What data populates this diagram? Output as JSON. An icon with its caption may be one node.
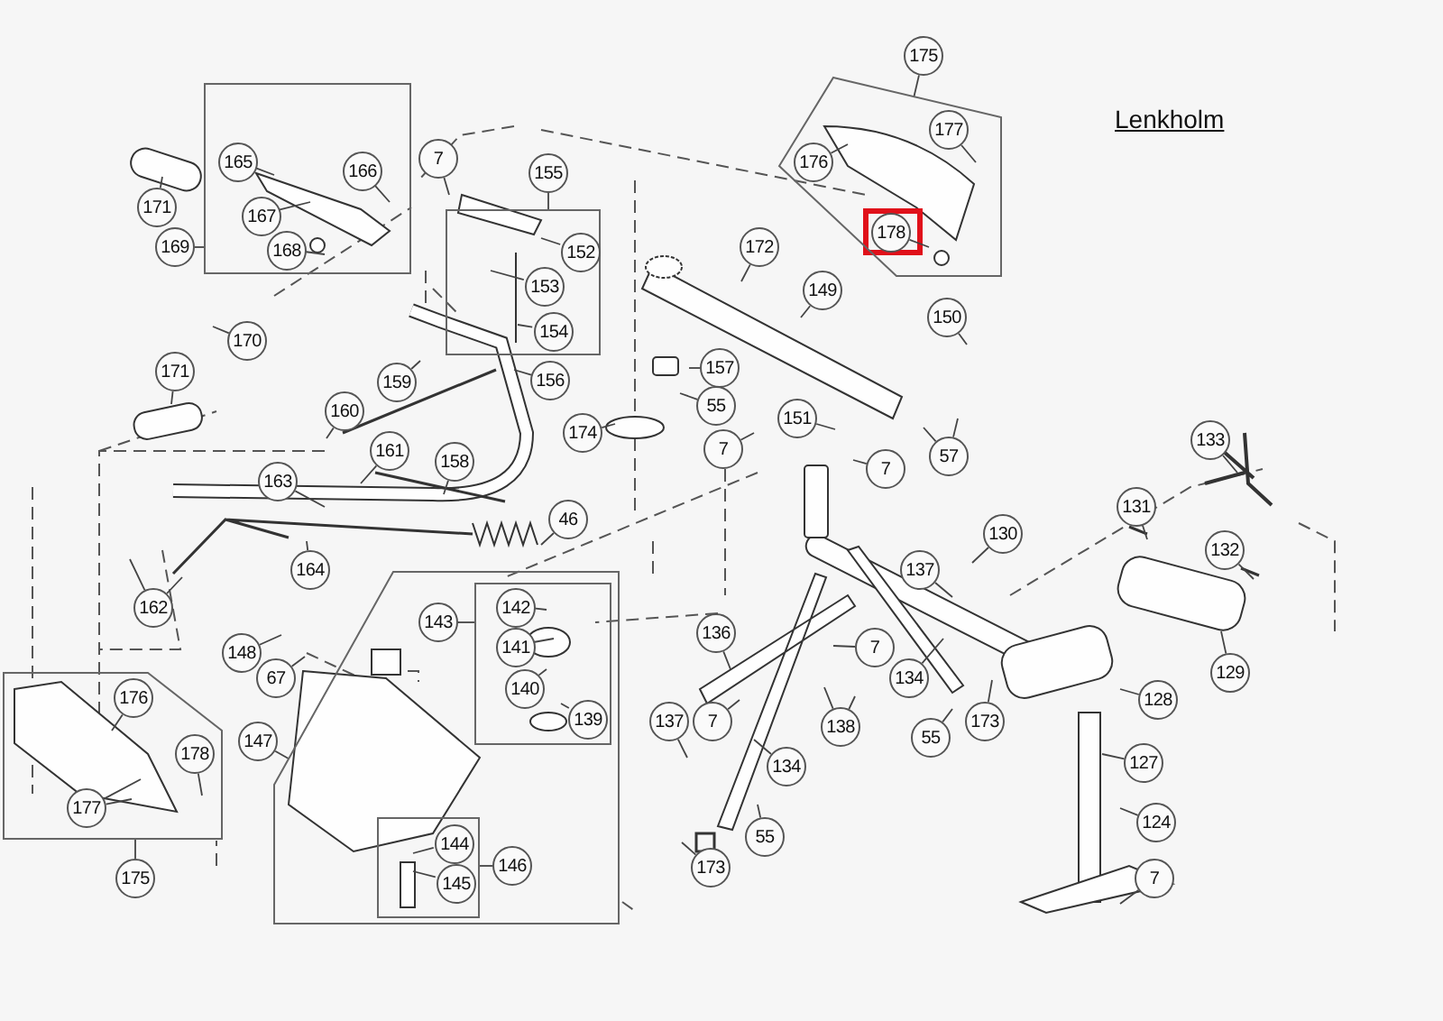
{
  "diagram": {
    "title": "Lenkholm",
    "nodes": [
      {
        "text": [],
        "shape": "box"
      },
      {
        "text": [
          "171"
        ]
      },
      {
        "text": [
          "165"
        ],
        "in": 0
      },
      {
        "text": [
          "166"
        ],
        "in": 0
      },
      {
        "text": [
          "167"
        ],
        "in": 0
      },
      {
        "text": [
          "169"
        ]
      },
      {
        "text": [
          "168"
        ],
        "in": 0
      },
      {
        "text": [
          "7"
        ]
      },
      {
        "text": [],
        "shape": "box"
      },
      {
        "text": [
          "155"
        ]
      },
      {
        "text": [
          "152"
        ],
        "in": 8
      },
      {
        "text": [
          "153"
        ],
        "in": 8
      },
      {
        "text": [
          "154"
        ],
        "in": 8
      },
      {
        "text": [
          "170"
        ]
      },
      {
        "text": [
          "156"
        ]
      },
      {
        "text": [
          "159"
        ]
      },
      {
        "text": [
          "171"
        ]
      },
      {
        "text": [
          "160"
        ]
      },
      {
        "text": [
          "161"
        ]
      },
      {
        "text": [
          "158"
        ]
      },
      {
        "text": [
          "163"
        ]
      },
      {
        "text": [
          "174"
        ]
      },
      {
        "text": [
          "46"
        ]
      },
      {
        "text": [
          "164"
        ]
      },
      {
        "text": [
          "162"
        ]
      },
      {
        "text": [],
        "shape": "box"
      },
      {
        "text": [
          "175"
        ]
      },
      {
        "text": [
          "177"
        ],
        "in": 25
      },
      {
        "text": [
          "176"
        ],
        "in": 25
      },
      {
        "text": [
          "178"
        ],
        "in": 25
      },
      {
        "text": [
          "172"
        ]
      },
      {
        "text": [
          "149"
        ]
      },
      {
        "text": [
          "150"
        ]
      },
      {
        "text": [
          "157"
        ]
      },
      {
        "text": [
          "55"
        ]
      },
      {
        "text": [
          "151"
        ]
      },
      {
        "text": [
          "57"
        ]
      },
      {
        "text": [
          "7"
        ]
      },
      {
        "text": [
          "7"
        ]
      },
      {
        "text": [
          "133"
        ]
      },
      {
        "text": [],
        "shape": "box"
      },
      {
        "text": [],
        "shape": "box",
        "in": 40
      },
      {
        "text": [
          "142"
        ],
        "in": 41
      },
      {
        "text": [
          "143"
        ],
        "in": 40
      },
      {
        "text": [
          "141"
        ],
        "in": 41
      },
      {
        "text": [
          "148"
        ]
      },
      {
        "text": [
          "67"
        ]
      },
      {
        "text": [
          "140"
        ],
        "in": 41
      },
      {
        "text": [
          "139"
        ],
        "in": 41
      },
      {
        "text": [
          "147"
        ]
      },
      {
        "text": [],
        "shape": "box",
        "in": 40
      },
      {
        "text": [
          "144"
        ],
        "in": 50
      },
      {
        "text": [
          "146"
        ],
        "in": 40
      },
      {
        "text": [
          "145"
        ],
        "in": 50
      },
      {
        "text": [],
        "shape": "box"
      },
      {
        "text": [
          "176"
        ],
        "in": 54
      },
      {
        "text": [
          "178"
        ],
        "in": 54
      },
      {
        "text": [
          "177"
        ],
        "in": 54
      },
      {
        "text": [
          "175"
        ]
      },
      {
        "text": [
          "131"
        ]
      },
      {
        "text": [
          "132"
        ]
      },
      {
        "text": [
          "130"
        ]
      },
      {
        "text": [
          "137"
        ]
      },
      {
        "text": [
          "136"
        ]
      },
      {
        "text": [
          "7"
        ]
      },
      {
        "text": [
          "134"
        ]
      },
      {
        "text": [
          "129"
        ]
      },
      {
        "text": [
          "55"
        ]
      },
      {
        "text": [
          "173"
        ]
      },
      {
        "text": [
          "128"
        ]
      },
      {
        "text": [
          "138"
        ]
      },
      {
        "text": [
          "137"
        ]
      },
      {
        "text": [
          "7"
        ]
      },
      {
        "text": [
          "134"
        ]
      },
      {
        "text": [
          "127"
        ]
      },
      {
        "text": [
          "124"
        ]
      },
      {
        "text": [
          "55"
        ]
      },
      {
        "text": [
          "173"
        ]
      },
      {
        "text": [
          "7"
        ]
      }
    ],
    "edges": [
      {
        "from": 1,
        "to": null,
        "arrow": "none"
      },
      {
        "from": 2,
        "to": null,
        "arrow": "none"
      },
      {
        "from": 3,
        "to": null,
        "arrow": "none"
      },
      {
        "from": 4,
        "to": null,
        "arrow": "none"
      },
      {
        "from": 5,
        "to": 0,
        "arrow": "none"
      },
      {
        "from": 6,
        "to": null,
        "arrow": "none"
      },
      {
        "from": 7,
        "to": null,
        "arrow": "none"
      },
      {
        "from": 9,
        "to": 8,
        "arrow": "none"
      },
      {
        "from": 10,
        "to": null,
        "arrow": "none"
      },
      {
        "from": 11,
        "to": null,
        "arrow": "none"
      },
      {
        "from": 12,
        "to": null,
        "arrow": "none"
      },
      {
        "from": 13,
        "to": null,
        "arrow": "none"
      },
      {
        "from": 14,
        "to": null,
        "arrow": "none"
      },
      {
        "from": 15,
        "to": null,
        "arrow": "none"
      },
      {
        "from": 16,
        "to": null,
        "arrow": "none"
      },
      {
        "from": 17,
        "to": null,
        "arrow": "none"
      },
      {
        "from": 18,
        "to": null,
        "arrow": "none"
      },
      {
        "from": 19,
        "to": null,
        "arrow": "none"
      },
      {
        "from": 20,
        "to": null,
        "arrow": "none"
      },
      {
        "from": 21,
        "to": null,
        "arrow": "none"
      },
      {
        "from": 22,
        "to": null,
        "arrow": "none"
      },
      {
        "from": 23,
        "to": null,
        "arrow": "none"
      },
      {
        "from": 24,
        "to": null,
        "arrow": "none"
      },
      {
        "from": 24,
        "to": null,
        "arrow": "none"
      },
      {
        "from": 26,
        "to": 25,
        "arrow": "none"
      },
      {
        "from": 27,
        "to": null,
        "arrow": "none"
      },
      {
        "from": 28,
        "to": null,
        "arrow": "none"
      },
      {
        "from": 29,
        "to": null,
        "arrow": "none"
      },
      {
        "from": 30,
        "to": null,
        "arrow": "none"
      },
      {
        "from": 31,
        "to": null,
        "arrow": "none"
      },
      {
        "from": 32,
        "to": null,
        "arrow": "none"
      },
      {
        "from": 33,
        "to": null,
        "arrow": "none"
      },
      {
        "from": 34,
        "to": null,
        "arrow": "none"
      },
      {
        "from": 35,
        "to": null,
        "arrow": "none"
      },
      {
        "from": 36,
        "to": null,
        "arrow": "none"
      },
      {
        "from": 36,
        "to": null,
        "arrow": "none"
      },
      {
        "from": 37,
        "to": null,
        "arrow": "none"
      },
      {
        "from": 38,
        "to": null,
        "arrow": "none"
      },
      {
        "from": 39,
        "to": null,
        "arrow": "none"
      },
      {
        "from": 43,
        "to": 41,
        "arrow": "none"
      },
      {
        "from": 42,
        "to": null,
        "arrow": "none"
      },
      {
        "from": 44,
        "to": null,
        "arrow": "none"
      },
      {
        "from": 45,
        "to": null,
        "arrow": "none"
      },
      {
        "from": 46,
        "to": null,
        "arrow": "none"
      },
      {
        "from": 47,
        "to": null,
        "arrow": "none"
      },
      {
        "from": 48,
        "to": null,
        "arrow": "none"
      },
      {
        "from": 49,
        "to": 40,
        "arrow": "none"
      },
      {
        "from": 51,
        "to": null,
        "arrow": "none"
      },
      {
        "from": 52,
        "to": 50,
        "arrow": "none"
      },
      {
        "from": 53,
        "to": null,
        "arrow": "none"
      },
      {
        "from": 55,
        "to": null,
        "arrow": "none"
      },
      {
        "from": 56,
        "to": null,
        "arrow": "none"
      },
      {
        "from": 57,
        "to": null,
        "arrow": "none"
      },
      {
        "from": 57,
        "to": null,
        "arrow": "none"
      },
      {
        "from": 58,
        "to": 54,
        "arrow": "none"
      },
      {
        "from": 59,
        "to": null,
        "arrow": "none"
      },
      {
        "from": 60,
        "to": null,
        "arrow": "none"
      },
      {
        "from": 61,
        "to": null,
        "arrow": "none"
      },
      {
        "from": 62,
        "to": null,
        "arrow": "none"
      },
      {
        "from": 63,
        "to": null,
        "arrow": "none"
      },
      {
        "from": 64,
        "to": null,
        "arrow": "none"
      },
      {
        "from": 65,
        "to": null,
        "arrow": "none"
      },
      {
        "from": 66,
        "to": null,
        "arrow": "none"
      },
      {
        "from": 67,
        "to": null,
        "arrow": "none"
      },
      {
        "from": 68,
        "to": null,
        "arrow": "none"
      },
      {
        "from": 69,
        "to": null,
        "arrow": "none"
      },
      {
        "from": 70,
        "to": null,
        "arrow": "none"
      },
      {
        "from": 70,
        "to": null,
        "arrow": "none"
      },
      {
        "from": 71,
        "to": null,
        "arrow": "none"
      },
      {
        "from": 72,
        "to": null,
        "arrow": "none"
      },
      {
        "from": 73,
        "to": null,
        "arrow": "none"
      },
      {
        "from": 74,
        "to": null,
        "arrow": "none"
      },
      {
        "from": 75,
        "to": null,
        "arrow": "none"
      },
      {
        "from": 76,
        "to": null,
        "arrow": "none"
      },
      {
        "from": 77,
        "to": null,
        "arrow": "none"
      },
      {
        "from": 78,
        "to": null,
        "arrow": "none"
      }
    ]
  }
}
